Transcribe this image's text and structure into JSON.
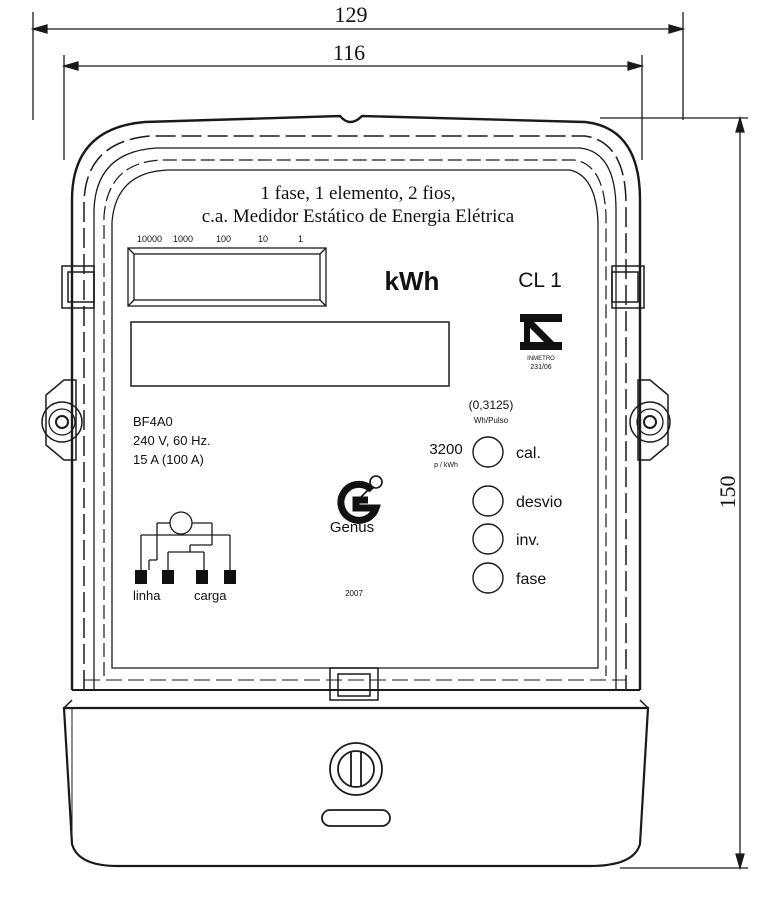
{
  "dimensions": {
    "total_width": "129",
    "inner_width": "116",
    "height": "150"
  },
  "meter": {
    "title_line1": "1 fase, 1 elemento, 2 fios,",
    "title_line2": "c.a. Medidor Estático de Energia Elétrica",
    "register_scale": [
      "10000",
      "1000",
      "100",
      "10",
      "1"
    ],
    "unit": "kWh",
    "class": "CL 1",
    "approval": {
      "authority": "INMETRO",
      "number": "231/06"
    },
    "model": "BF4A0",
    "voltage": "240 V, 60 Hz.",
    "current": "15 A (100 A)",
    "pulse_value": "(0,3125)",
    "pulse_unit": "Wh/Pulso",
    "constant": "3200",
    "constant_unit": "p / kWh",
    "indicators": [
      "cal.",
      "desvio",
      "inv.",
      "fase"
    ],
    "brand": "Genus",
    "wiring": {
      "line_label": "linha",
      "load_label": "carga"
    },
    "year": "2007"
  },
  "colors": {
    "line": "#1a1a1a",
    "text": "#111111",
    "background": "#ffffff"
  }
}
